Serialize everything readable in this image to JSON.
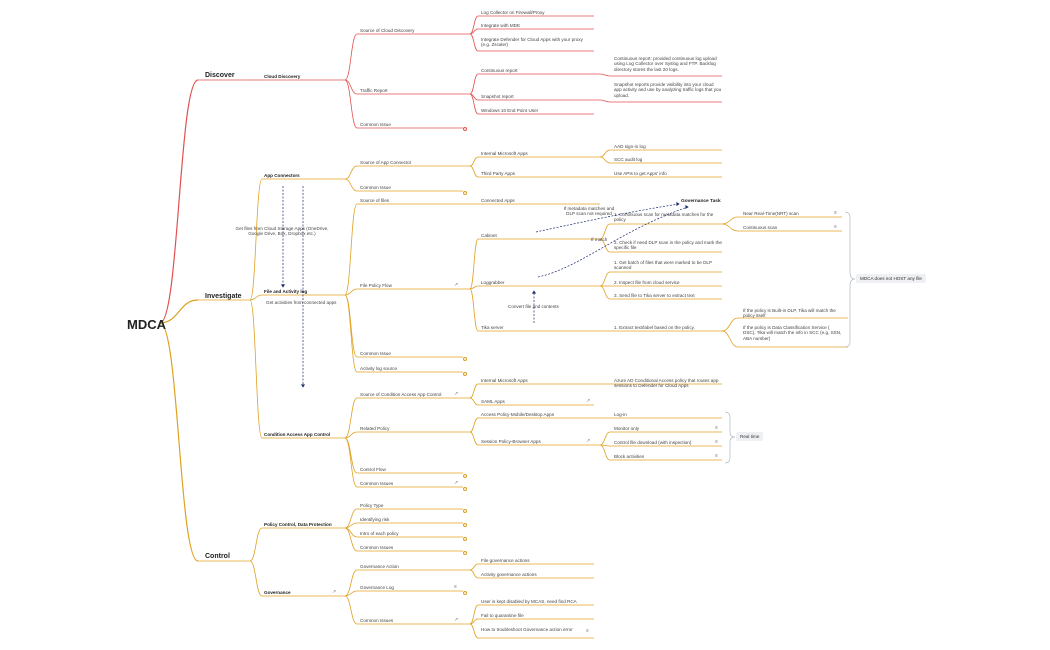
{
  "root": "MDCA",
  "branches": {
    "discover": "Discover",
    "investigate": "Investigate",
    "control": "Control"
  },
  "discover": {
    "cloud_discovery": "Cloud Discovery",
    "source": {
      "label": "Source of Cloud Discovery",
      "items": [
        "Log Collector on Firewall/Proxy",
        "Integrate with MDE",
        "Integrate Defender for Cloud Apps with your proxy (e.g. Zscaler)"
      ]
    },
    "traffic": {
      "label": "Traffic Report",
      "continuous": "Continuous report",
      "continuous_note": "Continuous report: provided continuous log upload using Log Collector over Syslog and FTP. Backlog directory stores the last 20 logs.",
      "snapshot": "Snapshot report",
      "snapshot_note": "Snapshot reports provide visibility into your cloud app activity and use by analyzing traffic logs that you upload.",
      "win10": "Windows 10 End Point User"
    },
    "common": "Common Issue"
  },
  "investigate": {
    "app_connectors": "App Connectors",
    "source_app": "Source of App Connector",
    "internal_ms": "Internal Microsoft Apps",
    "aad": "AAD sign-in log",
    "scc": "SCC audit log",
    "third_party": "Third Party Apps",
    "use_apis": "Use APIs to get Apps' info",
    "common_issue": "Common Issue",
    "file_activity": "File and Activity log",
    "get_files_note": "Get files from Cloud Storage Apps (OneDrive, Google Drive, Box, Dropbox etc.)",
    "get_activities": "Get activities from connected apps",
    "source_files": "Source of files",
    "connected_apps": "Connected Apps",
    "file_policy_flow": "File Policy Flow",
    "cabinet": "Cabinet",
    "governance_task": "Governance Task",
    "metadata_note": "If metadata matches and DLP scan not required",
    "if_match": "If match",
    "cab1": "1. Continuous scan for metadata matches for the policy",
    "cab2": "2. Check if need DLP scan in the policy and mark the specific file",
    "nrt": "Near Real-Time(NRT) scan",
    "cont_scan": "Continuous scan",
    "loggrabber": "Loggrabber",
    "lg1": "1. Get batch of files that were marked to be DLP scanned",
    "lg2": "2. Inspect file from cloud service",
    "lg3": "3. Send file to Tika server to extract text",
    "convert": "Convert file and contents",
    "tika": "Tika server",
    "tika1": "1. Extract text/label based on the policy.",
    "tika_a": "If the policy is Built-in DLP, Tika will match the policy itself",
    "tika_b": "If the policy is Data Classification Service ( DSC), Tika will match the info in SCC (e.g. SSN, ABA number)",
    "mdca_host": "MDCA does not HOST any file",
    "common_issue2": "Common Issue",
    "activity_log": "Activity log source",
    "caac": "Condition Access App Control",
    "source_caac": "Source of Condition Access App Control",
    "internal_ms2": "Internal Microsoft Apps",
    "azure_ca": "Azure AD Conditional Access policy that routes app sessions to Defender for Cloud Apps",
    "saml": "SAML Apps",
    "related": "Related Policy",
    "access_policy": "Access Policy-Mobile/Desktop Apps",
    "login": "Log-in",
    "session_policy": "Session Policy-Browser Apps",
    "monitor": "Monitor only",
    "control_dl": "Control file download (with inspection)",
    "block": "Block activities",
    "real_time": "Real time",
    "control_flow": "Control Flow",
    "common_issues": "Common Issues"
  },
  "control": {
    "policy_control": "Policy Control, Data Protection",
    "policy_type": "Policy Type",
    "identifying": "Identifying risk",
    "intro": "Intro of each policy",
    "common_issues": "Common Issues",
    "governance": "Governance",
    "gov_action": "Governance Action",
    "file_gov": "File governance actions",
    "activity_gov": "Activity governance actions",
    "gov_log": "Governance Log",
    "common_issues2": "Common Issues",
    "ci1": "User is kept disabled by MCAS, need find RCA",
    "ci2": "Fail to quarantine file",
    "ci3": "How to troubleshoot Governance action error"
  },
  "colors": {
    "discover": "#e05050",
    "investigate": "#e0a020",
    "control": "#e0a020",
    "dashed": "#1a2a6c",
    "leaf_line_discover": "#e04848",
    "leaf_line_other": "#e6a83a"
  }
}
